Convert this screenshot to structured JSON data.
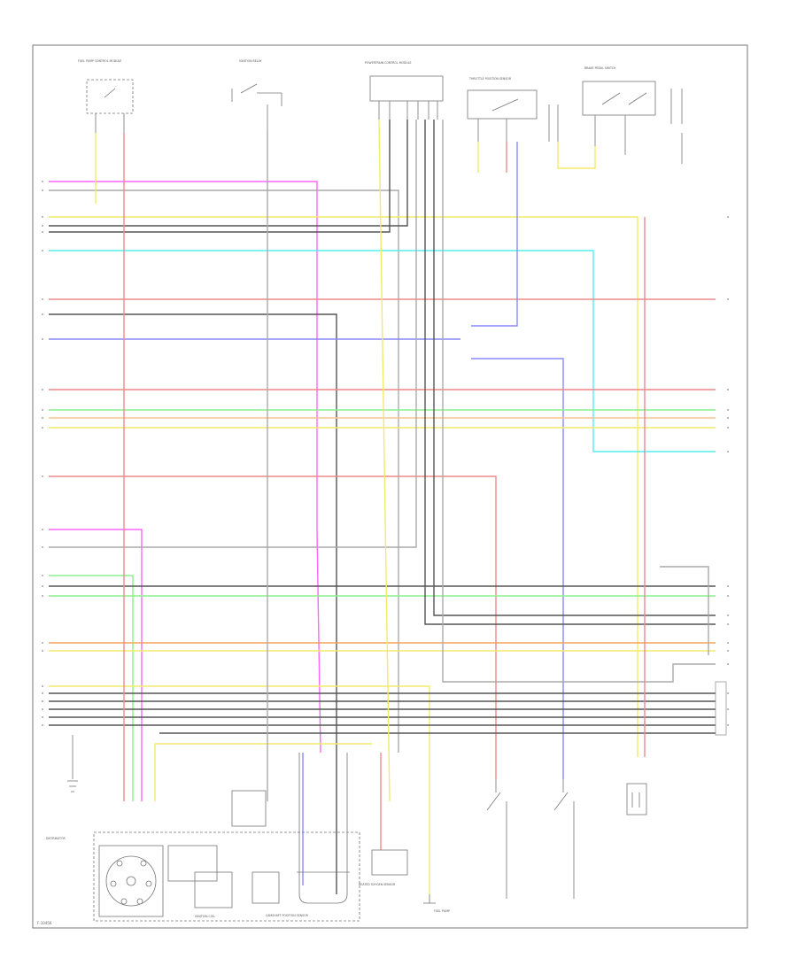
{
  "diagram": {
    "colors": {
      "frame": "#777777",
      "black": "#555555",
      "red": "#ee8a8a",
      "pink": "#ff66ff",
      "yellow": "#f2ea6a",
      "cyan": "#55eeee",
      "blue": "#8888ff",
      "green": "#8cf08c",
      "tan": "#f5c592",
      "orange": "#f5a35a",
      "gray": "#aaaaaa"
    },
    "page_code": "F-10456",
    "top_components": [
      "FUEL PUMP CONTROL MODULE",
      "IGNITION RELAY",
      "POWERTRAIN CONTROL MODULE",
      "THROTTLE POSITION SENSOR",
      "BRAKE PEDAL SWITCH"
    ],
    "bottom_components": [
      "DISTRIBUTOR",
      "IGNITION COIL",
      "CAMSHAFT POSITION SENSOR",
      "HEATED OXYGEN SENSOR",
      "FUEL PUMP"
    ]
  }
}
